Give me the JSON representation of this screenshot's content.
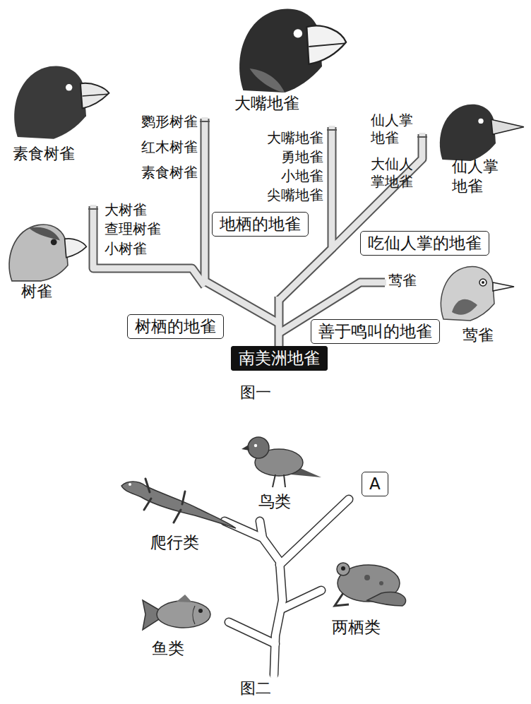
{
  "diagram": {
    "nodes": [
      {
        "text": [
          "地栖的地雀"
        ]
      },
      {
        "text": [
          "吃仙人掌的地雀"
        ]
      },
      {
        "text": [
          "树栖的地雀"
        ]
      },
      {
        "text": [
          "善于鸣叫的地雀"
        ]
      },
      {
        "text": [
          "南美洲地雀"
        ]
      },
      {
        "text": [
          "A"
        ]
      }
    ],
    "labels": [
      "大嘴地雀",
      "鹦形树雀",
      "红木树雀",
      "素食树雀",
      "大嘴地雀",
      "仙人掌地雀",
      "素食树雀",
      "勇地雀",
      "大仙人掌地雀",
      "仙人掌地雀",
      "小地雀",
      "尖嘴地雀",
      "大树雀",
      "查理树雀",
      "小树雀",
      "莺雀",
      "树雀",
      "莺雀",
      "图一",
      "鸟类",
      "爬行类",
      "两栖类",
      "鱼类",
      "图二"
    ]
  }
}
